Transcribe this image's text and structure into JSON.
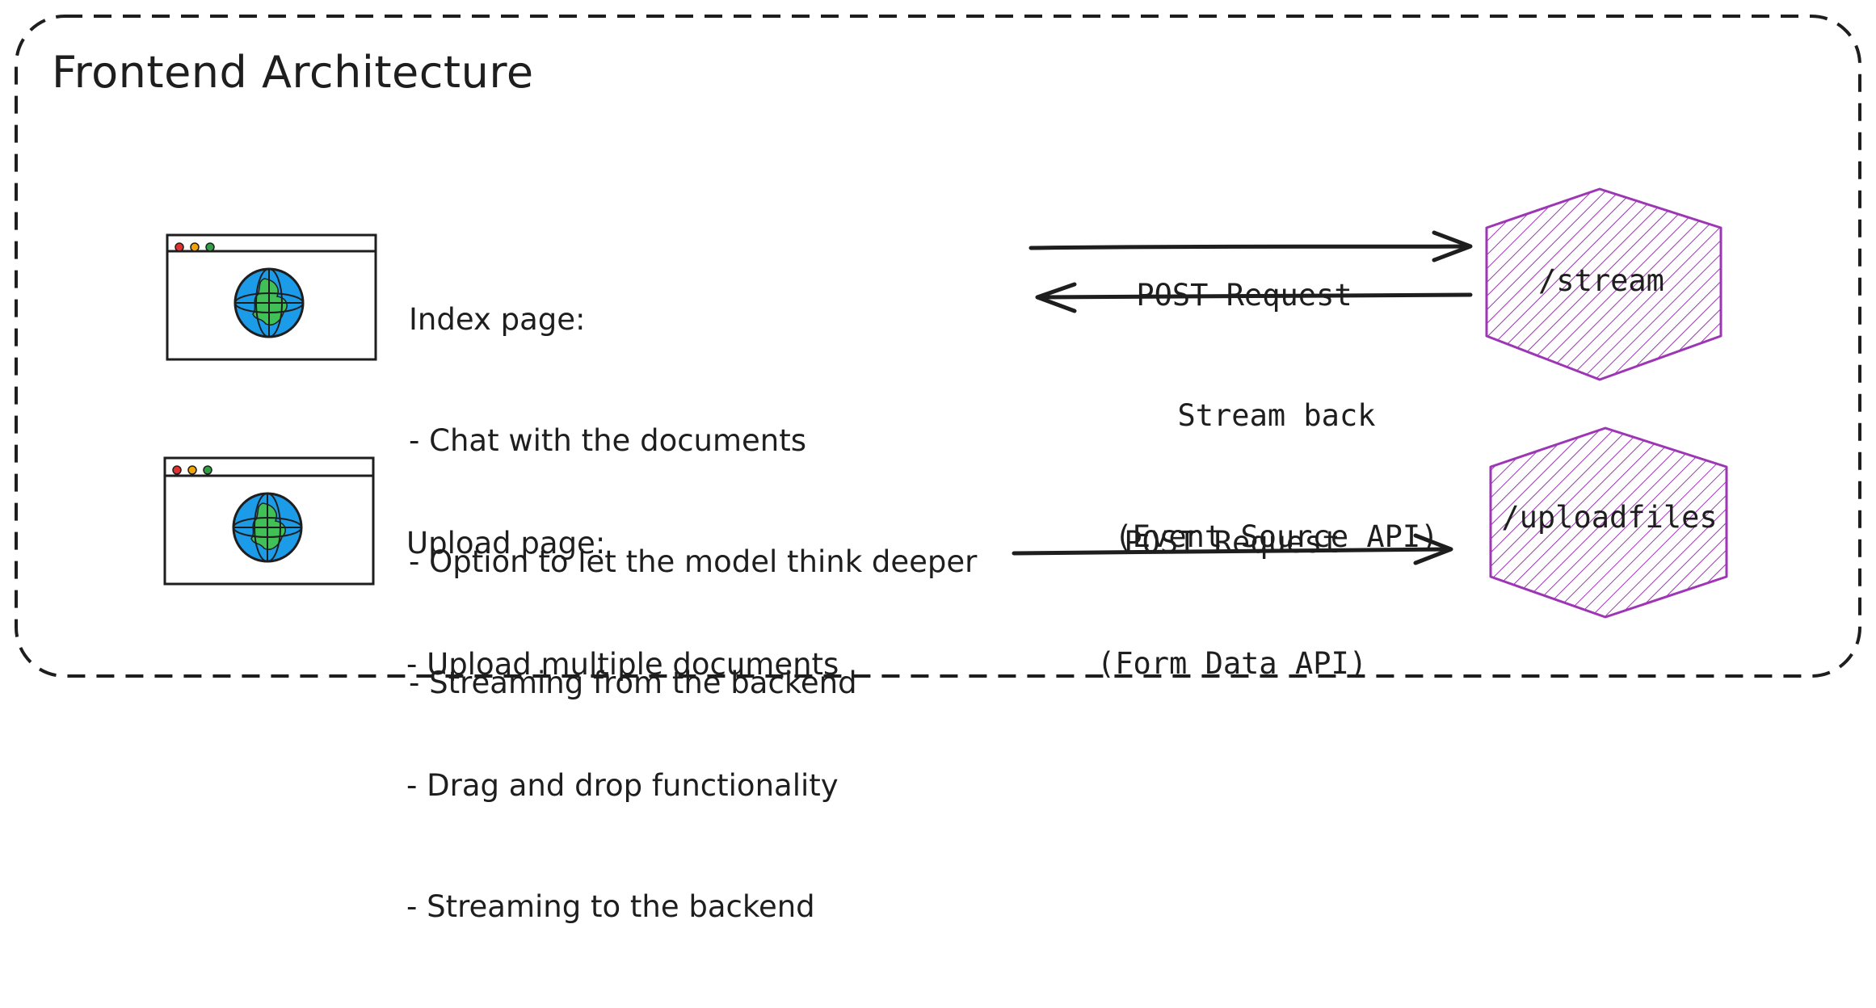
{
  "diagram": {
    "title": "Frontend Architecture",
    "index_page": {
      "lines": [
        "Index page:",
        "- Chat with the documents",
        "- Option to let the model think deeper",
        "- Streaming from the backend"
      ]
    },
    "upload_page": {
      "lines": [
        "Upload page:",
        "- Upload multiple documents",
        "- Drag and drop functionality",
        "- Streaming to the backend"
      ]
    },
    "edges": {
      "post_request_stream": "POST Request",
      "stream_back": [
        "Stream back",
        "(Event Source API)"
      ],
      "post_request_upload": [
        "POST Request",
        "(Form Data API)"
      ]
    },
    "endpoints": {
      "stream": "/stream",
      "uploadfiles": "/uploadfiles"
    },
    "colors": {
      "stroke": "#1e1e1e",
      "endpoint_purple": "#9c36b5",
      "globe_blue": "#1c9ce8",
      "globe_green": "#40c057",
      "dot_red": "#e03131",
      "dot_yellow": "#f0a30a",
      "dot_green": "#2f9e44"
    },
    "icons": {
      "browser": "browser-window-icon",
      "globe": "globe-icon"
    }
  }
}
